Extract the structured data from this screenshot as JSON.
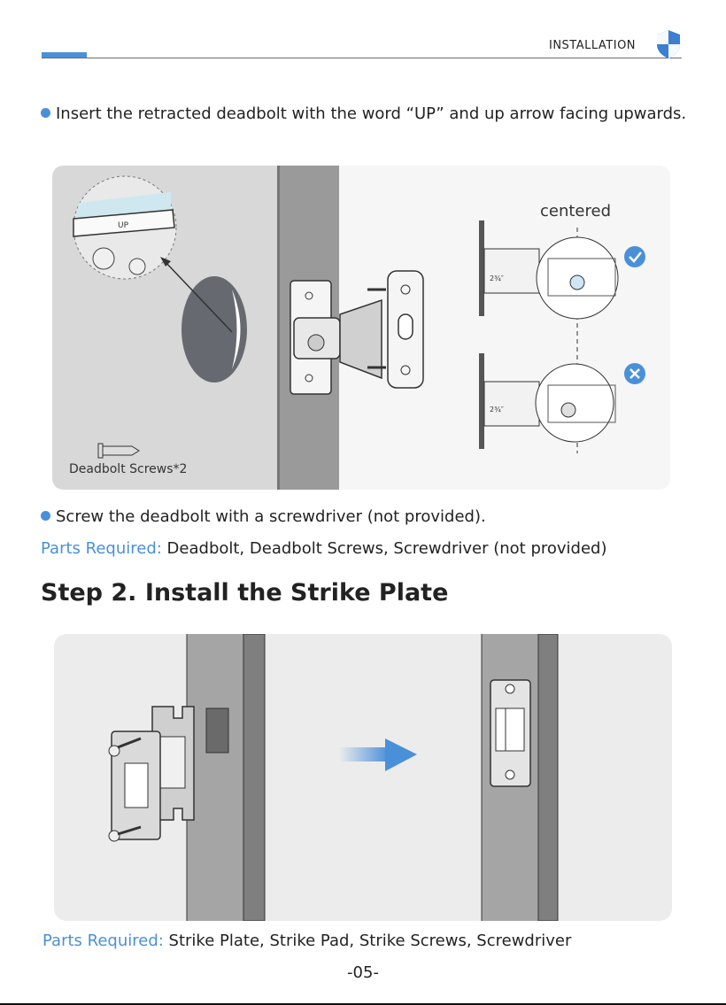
{
  "header": {
    "section_title": "INSTALLATION",
    "brand_color": "#4a90d9",
    "icon": "shield-icon"
  },
  "step1": {
    "instruction": "Insert the retracted deadbolt with the word “UP” and up arrow facing upwards.",
    "figure": {
      "zoom_label": "UP",
      "centered_label": "centered",
      "backset_label_1": "2¾″",
      "backset_label_2": "2¾″",
      "screws_label": "Deadbolt Screws*2"
    },
    "instruction2": "Screw the deadbolt with a screwdriver (not provided).",
    "parts_label": "Parts Required:",
    "parts_value": "Deadbolt, Deadbolt Screws, Screwdriver (not provided)"
  },
  "step2": {
    "title": "Step 2. Install the Strike Plate",
    "parts_label": "Parts Required:",
    "parts_value": "Strike Plate, Strike Pad, Strike Screws, Screwdriver"
  },
  "footer": {
    "page_number": "-05-"
  },
  "colors": {
    "accent": "#4a90d9",
    "check": "#4a90d9",
    "panel_bg": "#ececec"
  }
}
